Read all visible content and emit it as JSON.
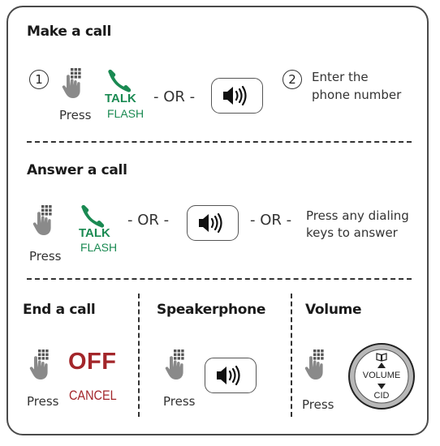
{
  "sections": {
    "make_call": {
      "title": "Make a call",
      "step1": "1",
      "step2": "2",
      "press": "Press",
      "talk": "TALK",
      "flash": "FLASH",
      "or": "- OR -",
      "enter_line1": "Enter the",
      "enter_line2": "phone number"
    },
    "answer_call": {
      "title": "Answer a call",
      "press": "Press",
      "talk": "TALK",
      "flash": "FLASH",
      "or1": "- OR -",
      "or2": "- OR -",
      "dial_line1": "Press any dialing",
      "dial_line2": "keys to answer"
    },
    "end_call": {
      "title": "End a call",
      "press": "Press",
      "off": "OFF",
      "cancel": "CANCEL"
    },
    "speakerphone": {
      "title": "Speakerphone",
      "press": "Press"
    },
    "volume": {
      "title": "Volume",
      "press": "Press",
      "volume_label": "VOLUME",
      "cid_label": "CID"
    }
  },
  "icons": {
    "hand": "hand-press-icon",
    "phone": "phone-handset-icon",
    "speaker": "speaker-icon",
    "book": "phonebook-icon",
    "up": "arrow-up-icon",
    "down": "arrow-down-icon"
  },
  "colors": {
    "talk_green": "#1a8a52",
    "off_red": "#a3262a",
    "border": "#4a4a4a",
    "hand_gray": "#8a8a8a"
  }
}
